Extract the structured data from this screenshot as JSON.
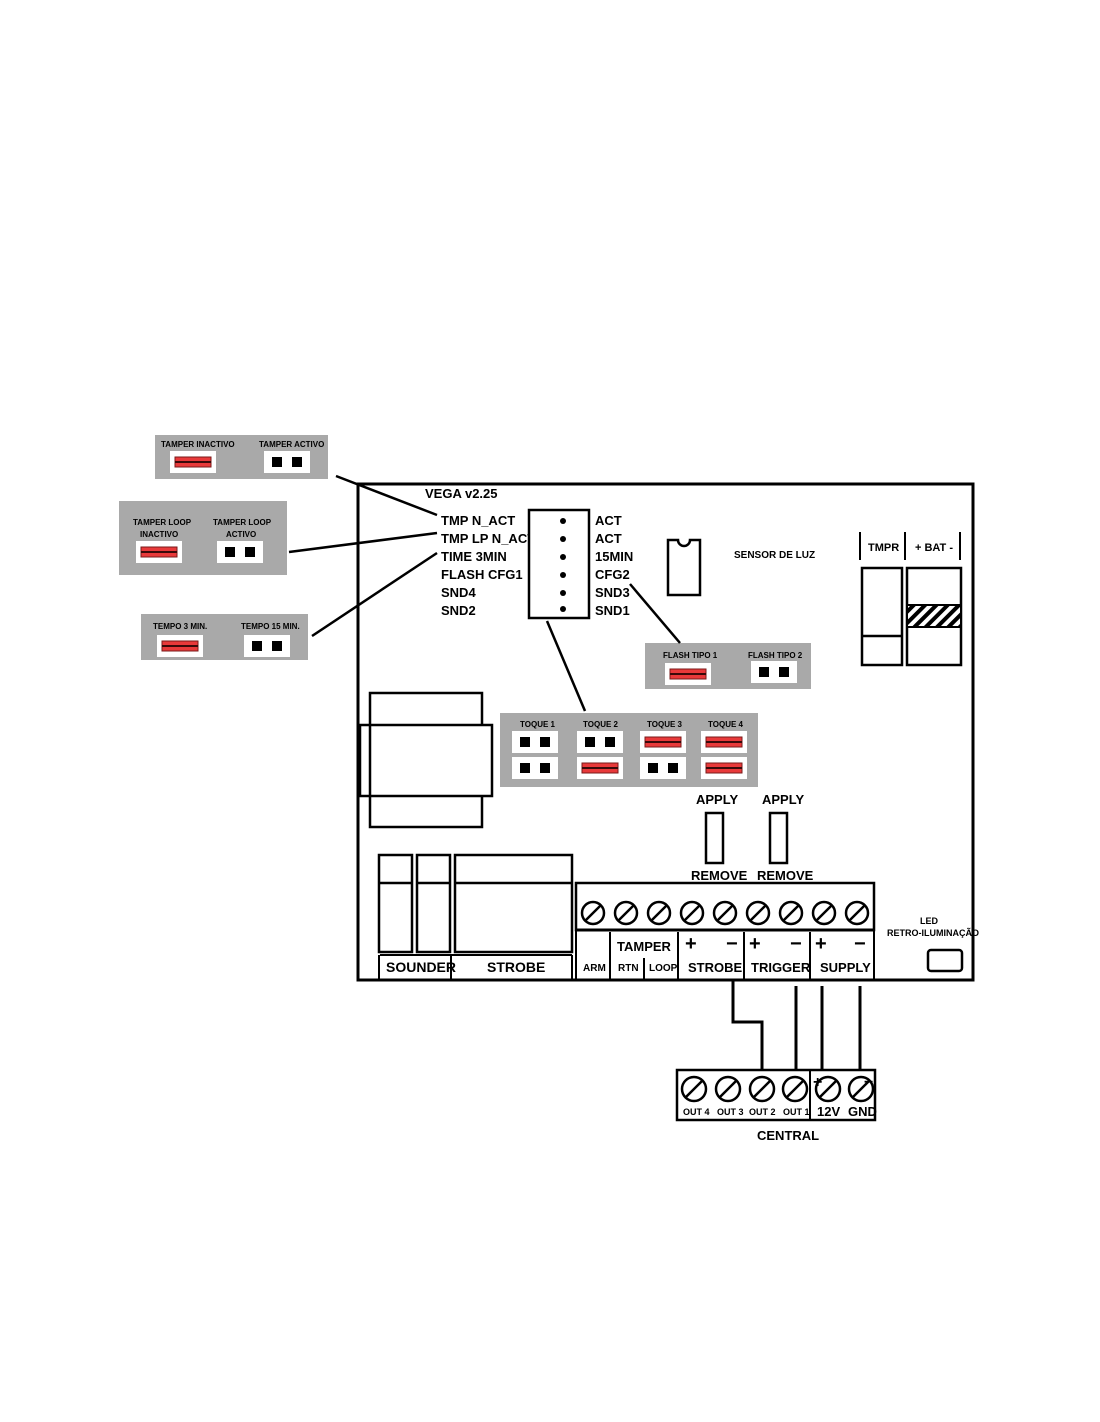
{
  "board": {
    "title": "VEGA v2.25",
    "config_left": [
      "TMP N_ACT",
      "TMP LP N_ACT",
      "TIME 3MIN",
      "FLASH CFG1",
      "SND4",
      "SND2"
    ],
    "config_right": [
      "ACT",
      "ACT",
      "15MIN",
      "CFG2",
      "SND3",
      "SND1"
    ],
    "light_sensor": "SENSOR DE LUZ",
    "tmpr": "TMPR",
    "bat": "+ BAT -",
    "led": [
      "LED",
      "RETRO-ILUMINAÇÃO"
    ],
    "sounder": "SOUNDER",
    "strobe_left": "STROBE",
    "apply_1": "APPLY",
    "apply_2": "APPLY",
    "remove_1": "REMOVE",
    "remove_2": "REMOVE"
  },
  "terminals": {
    "tamper": "TAMPER",
    "arm": "ARM",
    "rtn": "RTN",
    "loop": "LOOP",
    "strobe": "STROBE",
    "trigger": "TRIGGER",
    "supply": "SUPPLY",
    "plus": "+",
    "minus": "−"
  },
  "panels": {
    "tamper_inactivo": "TAMPER INACTIVO",
    "tamper_activo": "TAMPER ACTIVO",
    "tamper_loop_inactivo": [
      "TAMPER LOOP",
      "INACTIVO"
    ],
    "tamper_loop_activo": [
      "TAMPER LOOP",
      "ACTIVO"
    ],
    "tempo_3": "TEMPO 3 MIN.",
    "tempo_15": "TEMPO 15 MIN.",
    "flash_1": "FLASH TIPO 1",
    "flash_2": "FLASH TIPO 2",
    "toques": [
      "TOQUE 1",
      "TOQUE 2",
      "TOQUE 3",
      "TOQUE 4"
    ]
  },
  "central": {
    "title": "CENTRAL",
    "outputs": [
      "OUT 4",
      "OUT 3",
      "OUT 2",
      "OUT 1"
    ],
    "supply_12v": "12V",
    "supply_gnd": "GND",
    "plus": "+",
    "minus": "−"
  },
  "colors": {
    "jumper_red": "#e8393a",
    "panel_gray": "#a9a9a9"
  }
}
